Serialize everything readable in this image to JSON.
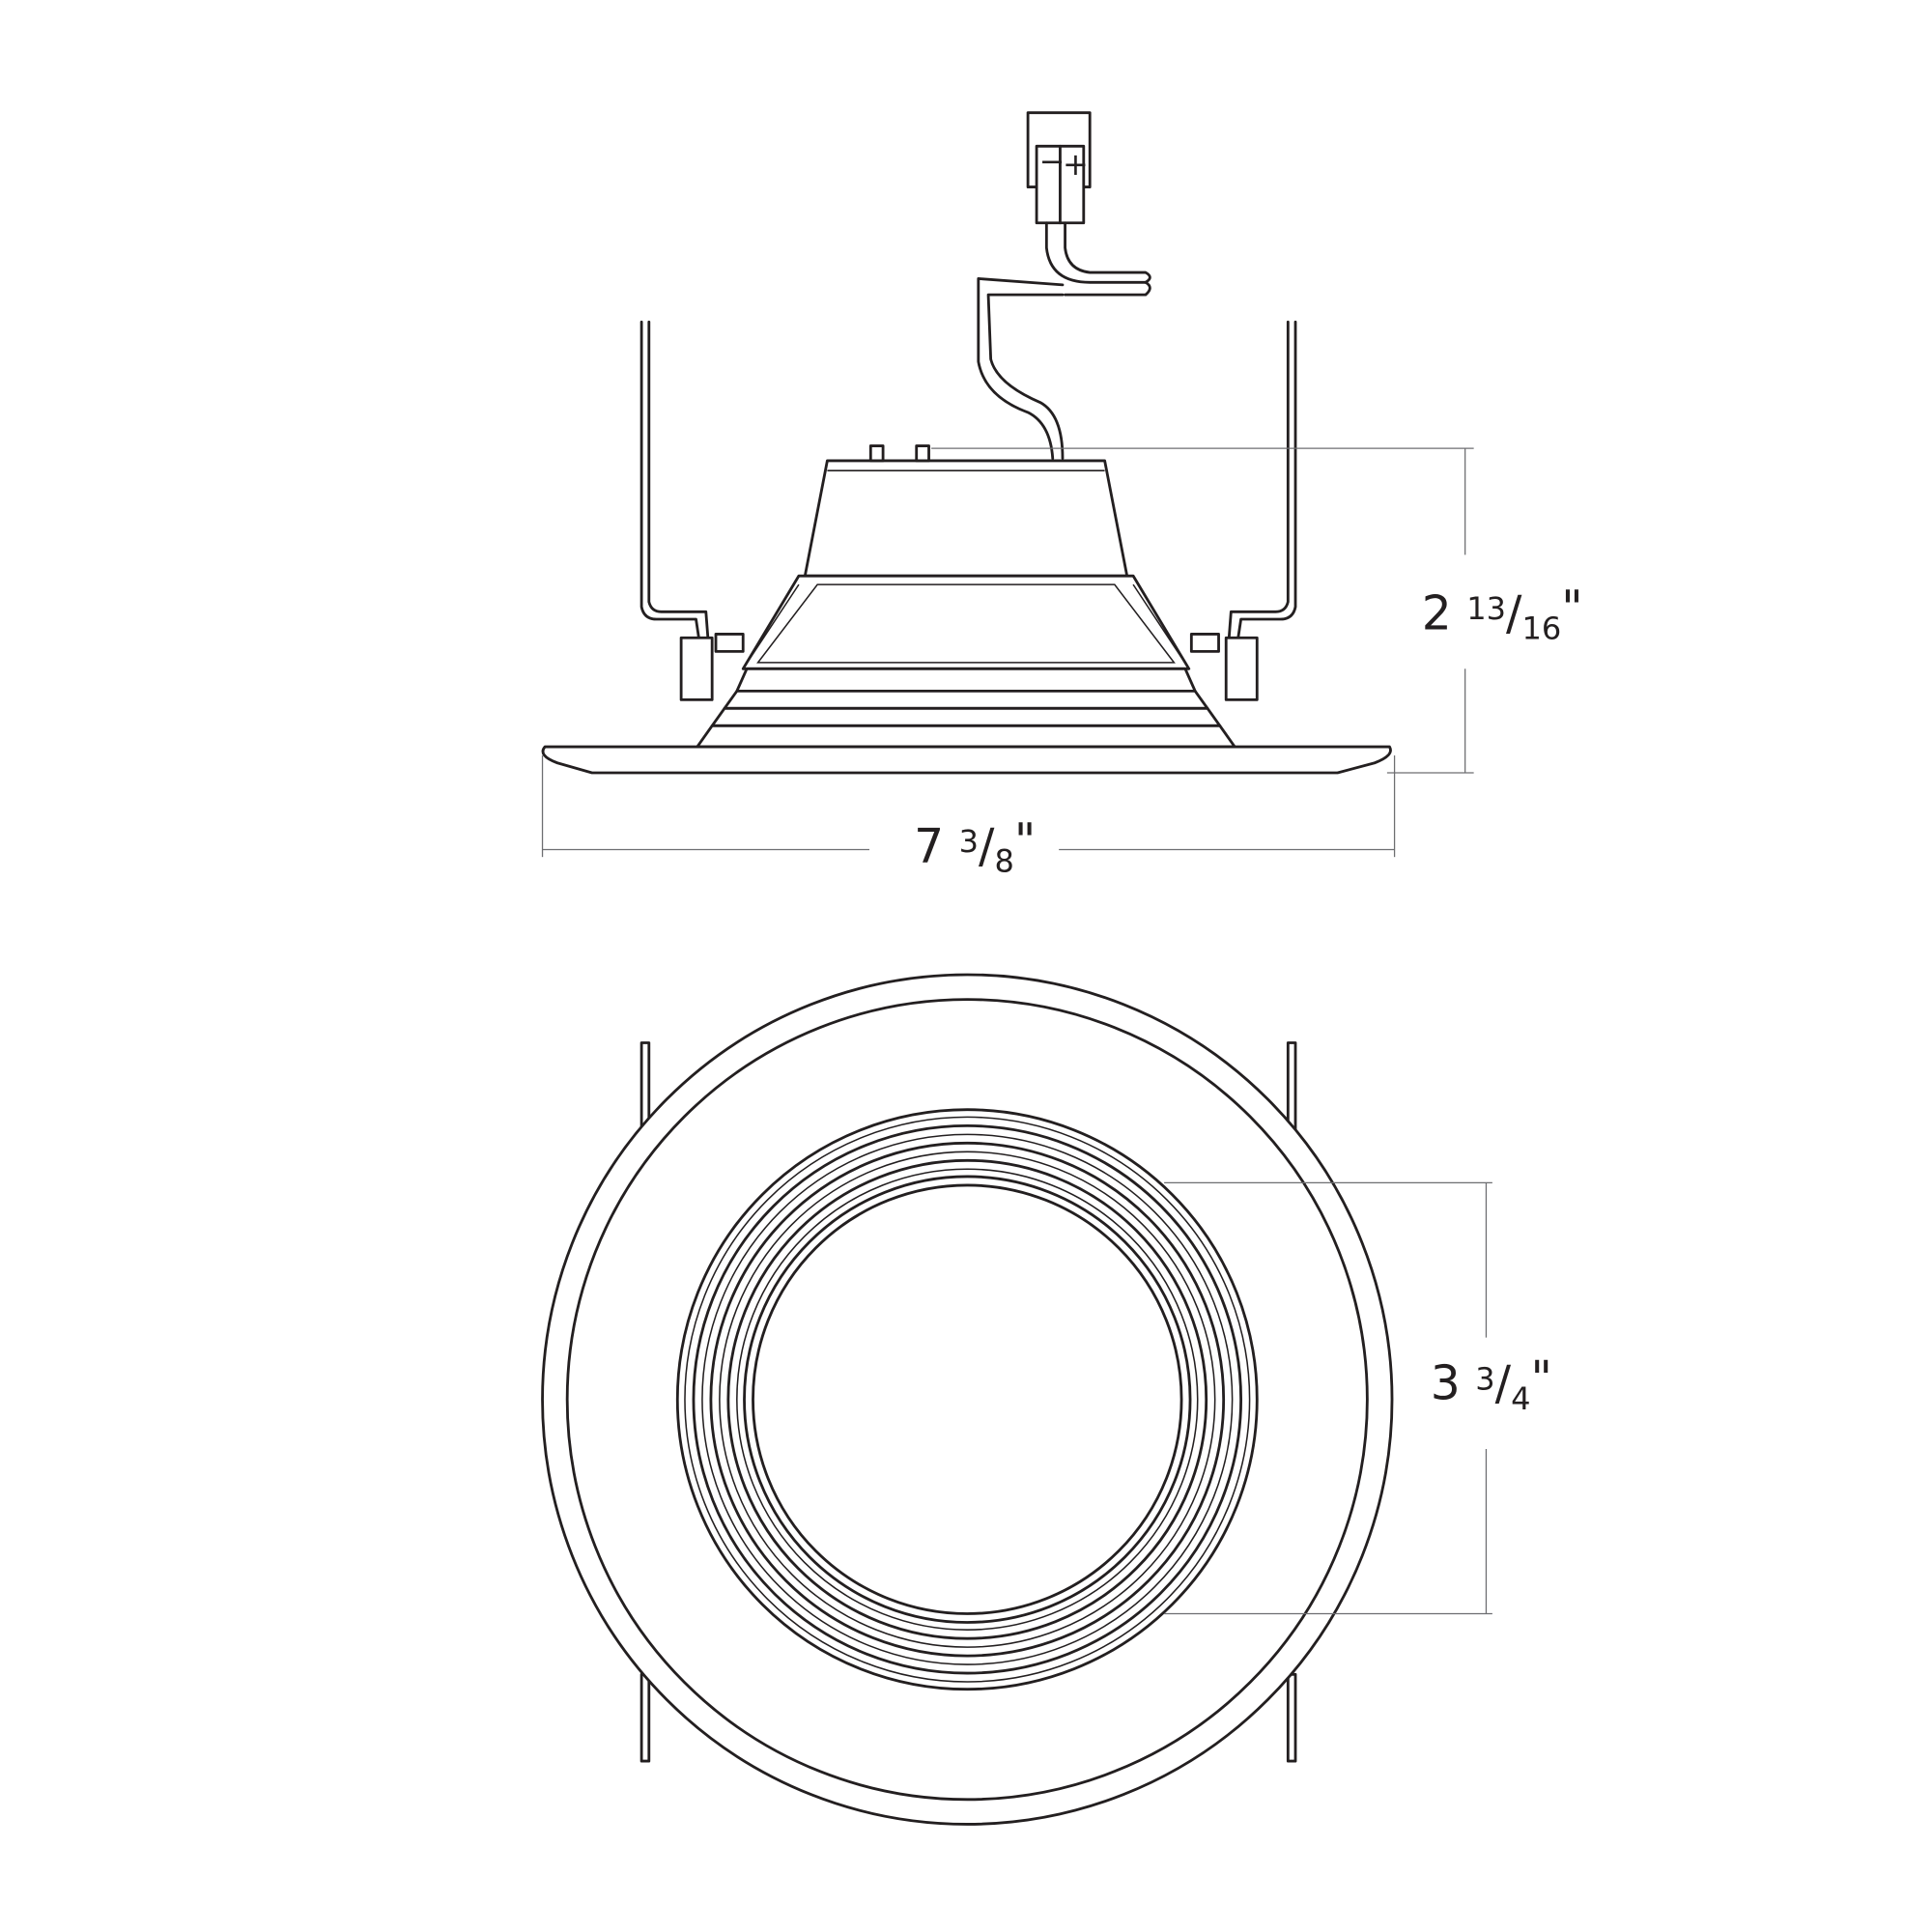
{
  "side_view": {
    "height_dimension": {
      "whole": "2",
      "numerator": "13",
      "denominator": "16",
      "unit": "\""
    },
    "width_dimension": {
      "whole": "7",
      "numerator": "3",
      "denominator": "8",
      "unit": "\""
    },
    "connector": {
      "minus_symbol": "−",
      "plus_symbol": "+"
    }
  },
  "top_view": {
    "aperture_dimension": {
      "whole": "3",
      "numerator": "3",
      "denominator": "4",
      "unit": "\""
    }
  },
  "colors": {
    "line": "#231f20",
    "dimension_line": "#6d6e71",
    "background": "#ffffff"
  }
}
